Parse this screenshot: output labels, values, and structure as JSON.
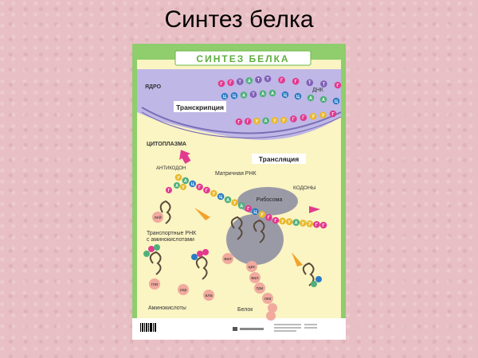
{
  "slide": {
    "title": "Синтез белка"
  },
  "poster": {
    "banner": "СИНТЕЗ БЕЛКА",
    "labels": {
      "nucleus": "ЯДРО",
      "dna": "ДНК",
      "transcription": "Транскрипция",
      "cytoplasm": "ЦИТОПЛАЗМА",
      "translation": "Трансляция",
      "anticodon": "АНТИКОДОН",
      "mrna": "Матричная РНК",
      "codons": "КОДОНЫ",
      "ribosome": "Рибосома",
      "trna_line1": "Транспортные РНК",
      "trna_line2": "с аминокислотами",
      "amino_acids": "Аминокислоты",
      "protein": "Белок"
    },
    "amino": {
      "ley": "лей",
      "gli": "гли",
      "ser": "сер",
      "ala": "ала",
      "val": "вал",
      "cis": "цис",
      "val2": "вал",
      "tri": "три",
      "liz": "лиз"
    },
    "dna_strand_top": [
      "Г",
      "Г",
      "Т",
      "А",
      "Т",
      "Т",
      "Г",
      "Г",
      "Т",
      "Т",
      "Г"
    ],
    "dna_strand_bottom": [
      "Ц",
      "Ц",
      "А",
      "Т",
      "А",
      "А",
      "Ц",
      "Ц",
      "А",
      "А",
      "Ц"
    ],
    "rna_nucleus": [
      "Г",
      "Г",
      "У",
      "А",
      "У",
      "У",
      "Г",
      "Г",
      "У",
      "У",
      "Г"
    ],
    "mrna_chain": [
      "У",
      "А",
      "Ц",
      "Г",
      "Г",
      "У",
      "Ц",
      "А",
      "У",
      "А",
      "Г",
      "Ц",
      "У",
      "Г",
      "Г",
      "У",
      "У",
      "А",
      "У",
      "У",
      "Г",
      "Г"
    ],
    "anticodon_bases": [
      "Г",
      "А",
      "У"
    ],
    "colors": {
      "G": "#e23a8f",
      "C": "#2b7bc4",
      "A": "#4fb07a",
      "T": "#7f5fb5",
      "U": "#e8b92c",
      "amino": "#f1aa9e"
    }
  }
}
